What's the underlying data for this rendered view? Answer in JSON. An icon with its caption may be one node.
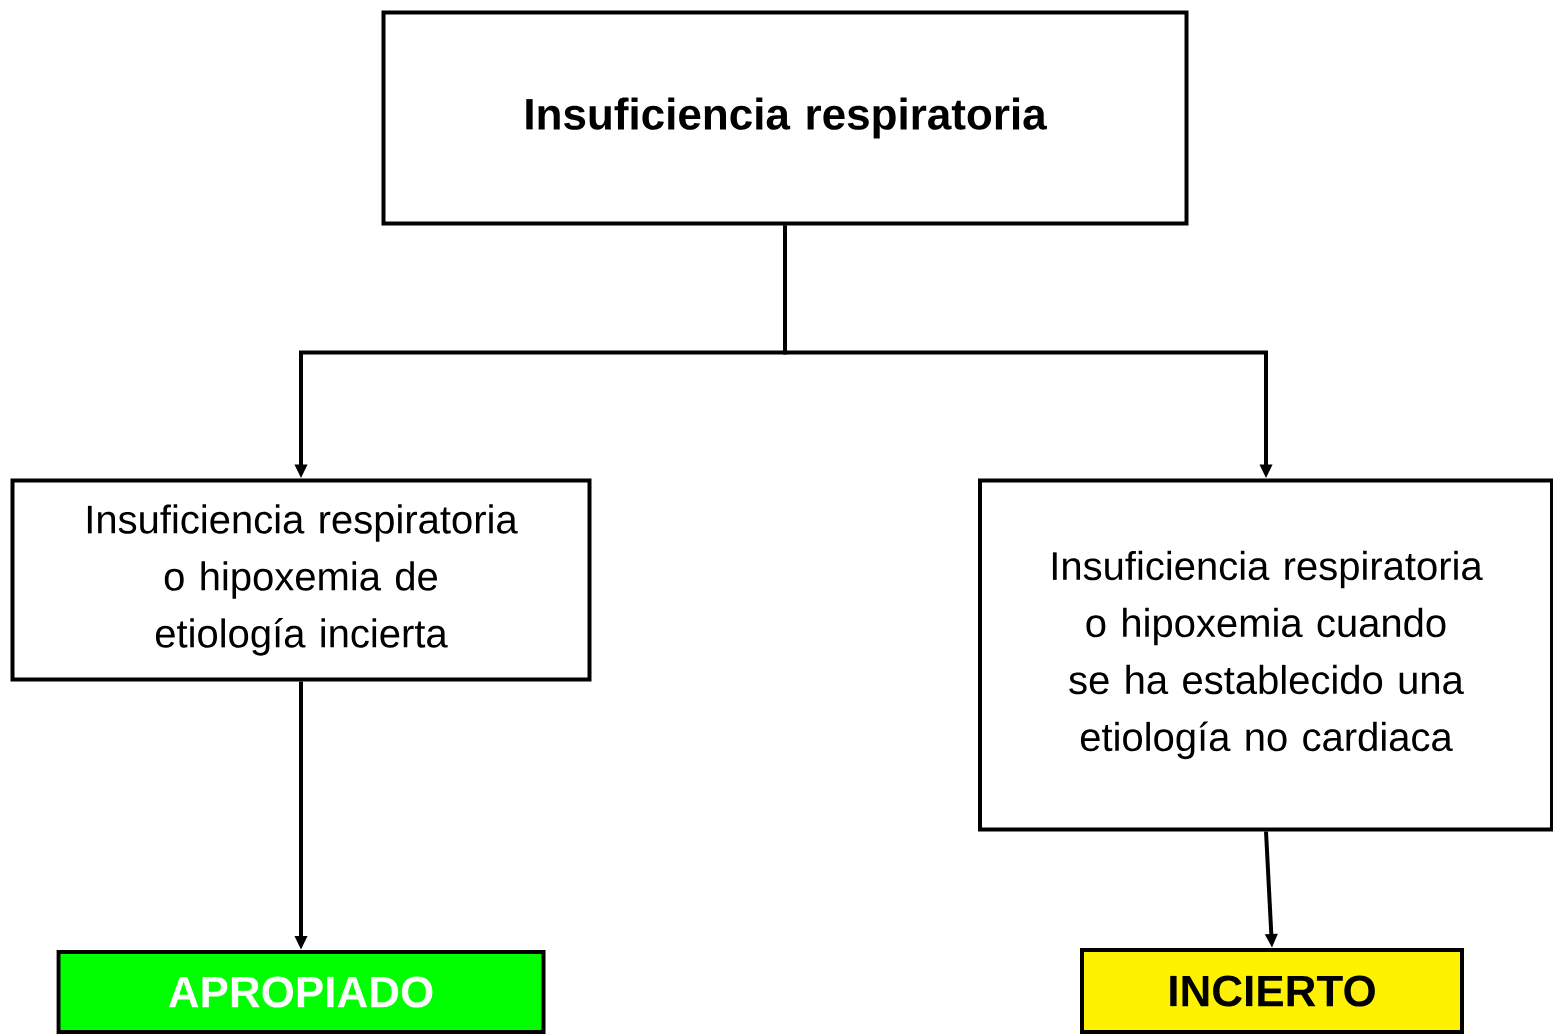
{
  "diagram": {
    "nodes": [
      {
        "text": [
          "Insuficiencia respiratoria"
        ]
      },
      {
        "text": [
          "Insuficiencia respiratoria o hipoxemia de etiología incierta"
        ]
      },
      {
        "text": [
          "Insuficiencia respiratoria o hipoxemia cuando se ha establecido una etiología no cardiaca"
        ]
      },
      {
        "text": [
          "APROPIADO"
        ]
      },
      {
        "text": [
          "INCIERTO"
        ]
      }
    ],
    "edges": [
      {
        "from": 0,
        "to": 1,
        "arrow": "to"
      },
      {
        "from": 0,
        "to": 2,
        "arrow": "to"
      },
      {
        "from": 1,
        "to": 3,
        "arrow": "to"
      },
      {
        "from": 2,
        "to": 4,
        "arrow": "to"
      }
    ]
  }
}
